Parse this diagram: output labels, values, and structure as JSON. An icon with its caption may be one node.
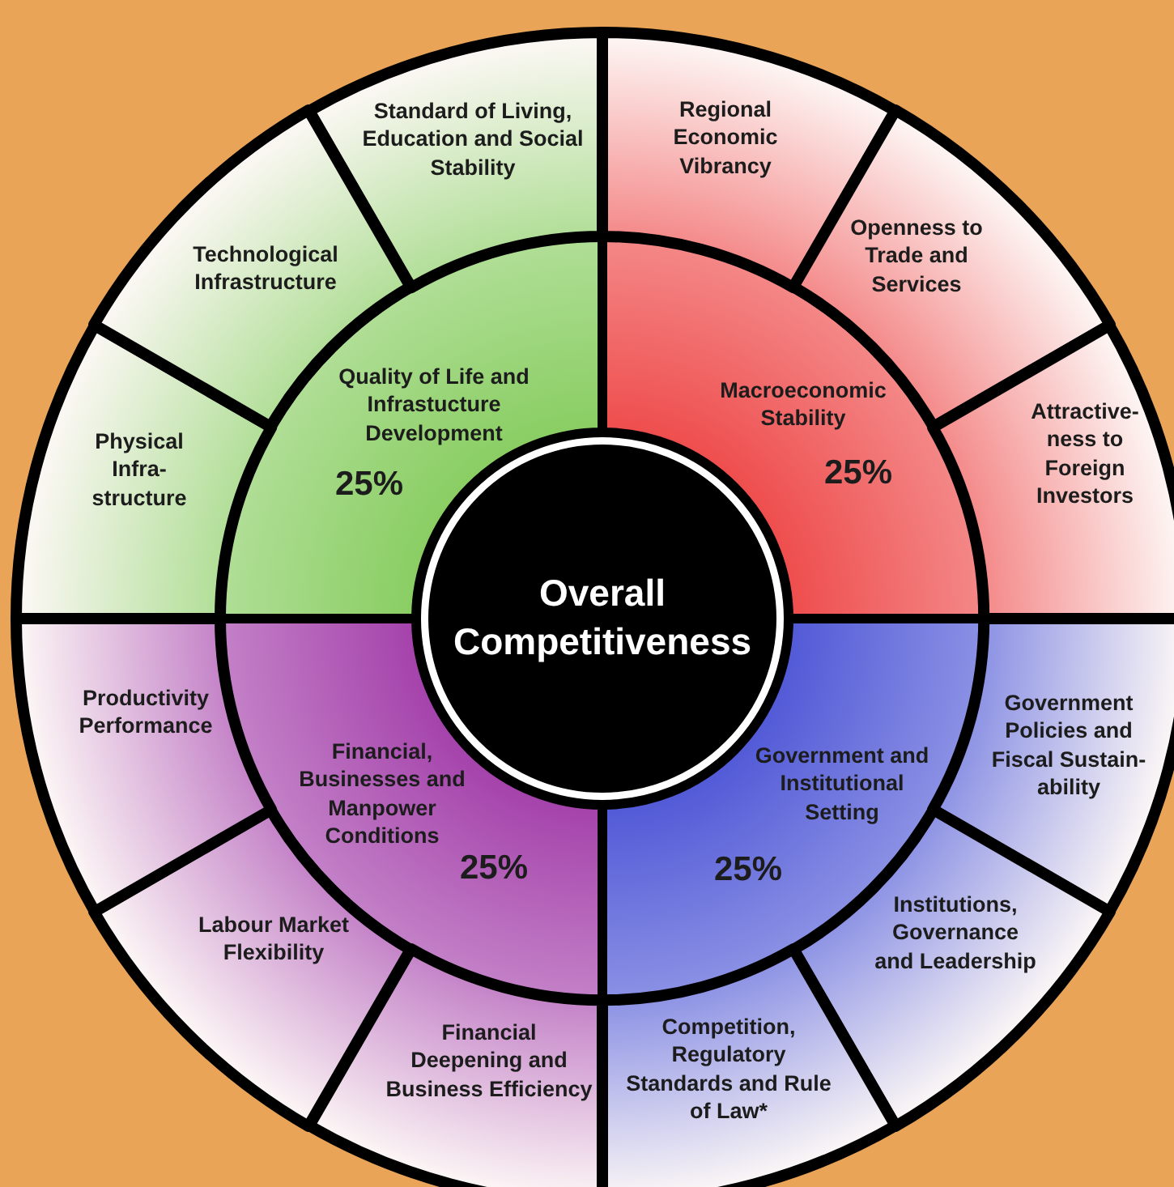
{
  "diagram": {
    "nodes": [
      {
        "text": [
          "Overall Competitiveness"
        ]
      },
      {
        "text": [
          "Quality of Life and Infrastucture Development",
          "25%"
        ]
      },
      {
        "text": [
          "Macroeconomic Stability",
          "25%"
        ]
      },
      {
        "text": [
          "Government and Institutional Setting",
          "25%"
        ]
      },
      {
        "text": [
          "Financial, Businesses and Manpower Conditions",
          "25%"
        ]
      },
      {
        "text": [
          "Standard of Living, Education and Social Stability"
        ]
      },
      {
        "text": [
          "Regional Economic Vibrancy"
        ]
      },
      {
        "text": [
          "Openness to Trade and Services"
        ]
      },
      {
        "text": [
          "Attractive-ness to Foreign Investors"
        ]
      },
      {
        "text": [
          "Government Policies and Fiscal Sustain-ability"
        ]
      },
      {
        "text": [
          "Institutions, Governance and Leadership"
        ]
      },
      {
        "text": [
          "Competition, Regulatory Standards and Rule of Law*"
        ]
      },
      {
        "text": [
          "Financial Deepening and Business Efficiency"
        ]
      },
      {
        "text": [
          "Labour Market Flexibility"
        ]
      },
      {
        "text": [
          "Productivity Performance"
        ]
      },
      {
        "text": [
          "Physical Infra-structure"
        ]
      },
      {
        "text": [
          "Technological Infrastructure"
        ]
      }
    ]
  }
}
